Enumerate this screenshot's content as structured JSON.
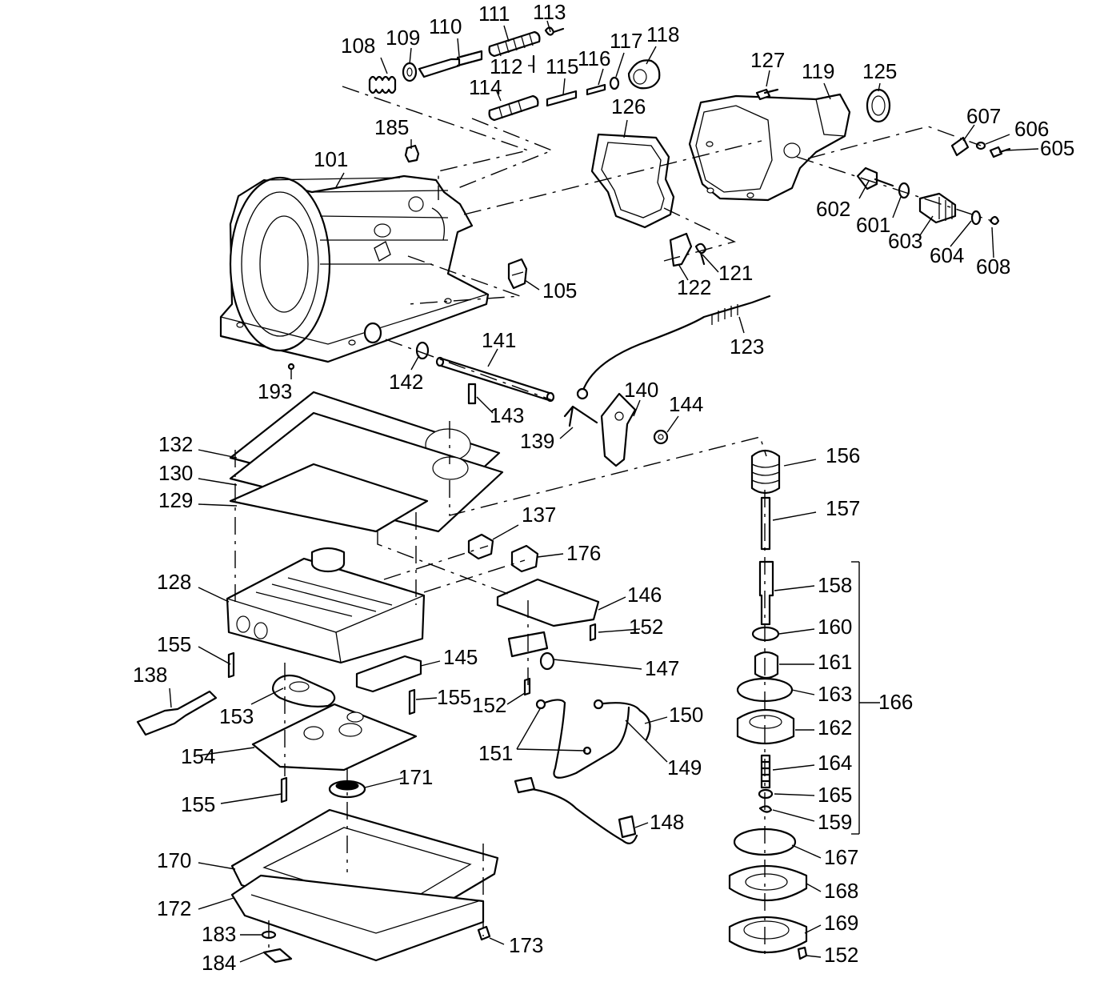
{
  "diagram": {
    "callouts": [
      {
        "id": "108",
        "text": "108"
      },
      {
        "id": "109",
        "text": "109"
      },
      {
        "id": "110",
        "text": "110"
      },
      {
        "id": "111",
        "text": "111"
      },
      {
        "id": "113",
        "text": "113"
      },
      {
        "id": "112",
        "text": "112"
      },
      {
        "id": "114",
        "text": "114"
      },
      {
        "id": "115",
        "text": "115"
      },
      {
        "id": "116",
        "text": "116"
      },
      {
        "id": "117",
        "text": "117"
      },
      {
        "id": "118",
        "text": "118"
      },
      {
        "id": "127",
        "text": "127"
      },
      {
        "id": "119",
        "text": "119"
      },
      {
        "id": "125",
        "text": "125"
      },
      {
        "id": "126",
        "text": "126"
      },
      {
        "id": "185",
        "text": "185"
      },
      {
        "id": "101",
        "text": "101"
      },
      {
        "id": "607",
        "text": "607"
      },
      {
        "id": "606",
        "text": "606"
      },
      {
        "id": "605",
        "text": "605"
      },
      {
        "id": "602",
        "text": "602"
      },
      {
        "id": "601",
        "text": "601"
      },
      {
        "id": "603",
        "text": "603"
      },
      {
        "id": "604",
        "text": "604"
      },
      {
        "id": "608",
        "text": "608"
      },
      {
        "id": "121",
        "text": "121"
      },
      {
        "id": "122",
        "text": "122"
      },
      {
        "id": "105",
        "text": "105"
      },
      {
        "id": "123",
        "text": "123"
      },
      {
        "id": "141",
        "text": "141"
      },
      {
        "id": "142",
        "text": "142"
      },
      {
        "id": "193",
        "text": "193"
      },
      {
        "id": "140",
        "text": "140"
      },
      {
        "id": "144",
        "text": "144"
      },
      {
        "id": "143",
        "text": "143"
      },
      {
        "id": "139",
        "text": "139"
      },
      {
        "id": "132",
        "text": "132"
      },
      {
        "id": "130",
        "text": "130"
      },
      {
        "id": "129",
        "text": "129"
      },
      {
        "id": "156",
        "text": "156"
      },
      {
        "id": "137",
        "text": "137"
      },
      {
        "id": "157",
        "text": "157"
      },
      {
        "id": "176",
        "text": "176"
      },
      {
        "id": "128",
        "text": "128"
      },
      {
        "id": "146",
        "text": "146"
      },
      {
        "id": "158",
        "text": "158"
      },
      {
        "id": "152a",
        "text": "152"
      },
      {
        "id": "160",
        "text": "160"
      },
      {
        "id": "155a",
        "text": "155"
      },
      {
        "id": "145",
        "text": "145"
      },
      {
        "id": "147",
        "text": "147"
      },
      {
        "id": "161",
        "text": "161"
      },
      {
        "id": "138",
        "text": "138"
      },
      {
        "id": "155b",
        "text": "155"
      },
      {
        "id": "152b",
        "text": "152"
      },
      {
        "id": "163",
        "text": "163"
      },
      {
        "id": "166",
        "text": "166"
      },
      {
        "id": "153",
        "text": "153"
      },
      {
        "id": "150",
        "text": "150"
      },
      {
        "id": "162",
        "text": "162"
      },
      {
        "id": "151",
        "text": "151"
      },
      {
        "id": "154",
        "text": "154"
      },
      {
        "id": "149",
        "text": "149"
      },
      {
        "id": "164",
        "text": "164"
      },
      {
        "id": "171",
        "text": "171"
      },
      {
        "id": "165",
        "text": "165"
      },
      {
        "id": "155c",
        "text": "155"
      },
      {
        "id": "148",
        "text": "148"
      },
      {
        "id": "159",
        "text": "159"
      },
      {
        "id": "167",
        "text": "167"
      },
      {
        "id": "170",
        "text": "170"
      },
      {
        "id": "168",
        "text": "168"
      },
      {
        "id": "172",
        "text": "172"
      },
      {
        "id": "169",
        "text": "169"
      },
      {
        "id": "183",
        "text": "183"
      },
      {
        "id": "173",
        "text": "173"
      },
      {
        "id": "152c",
        "text": "152"
      },
      {
        "id": "184",
        "text": "184"
      }
    ]
  }
}
